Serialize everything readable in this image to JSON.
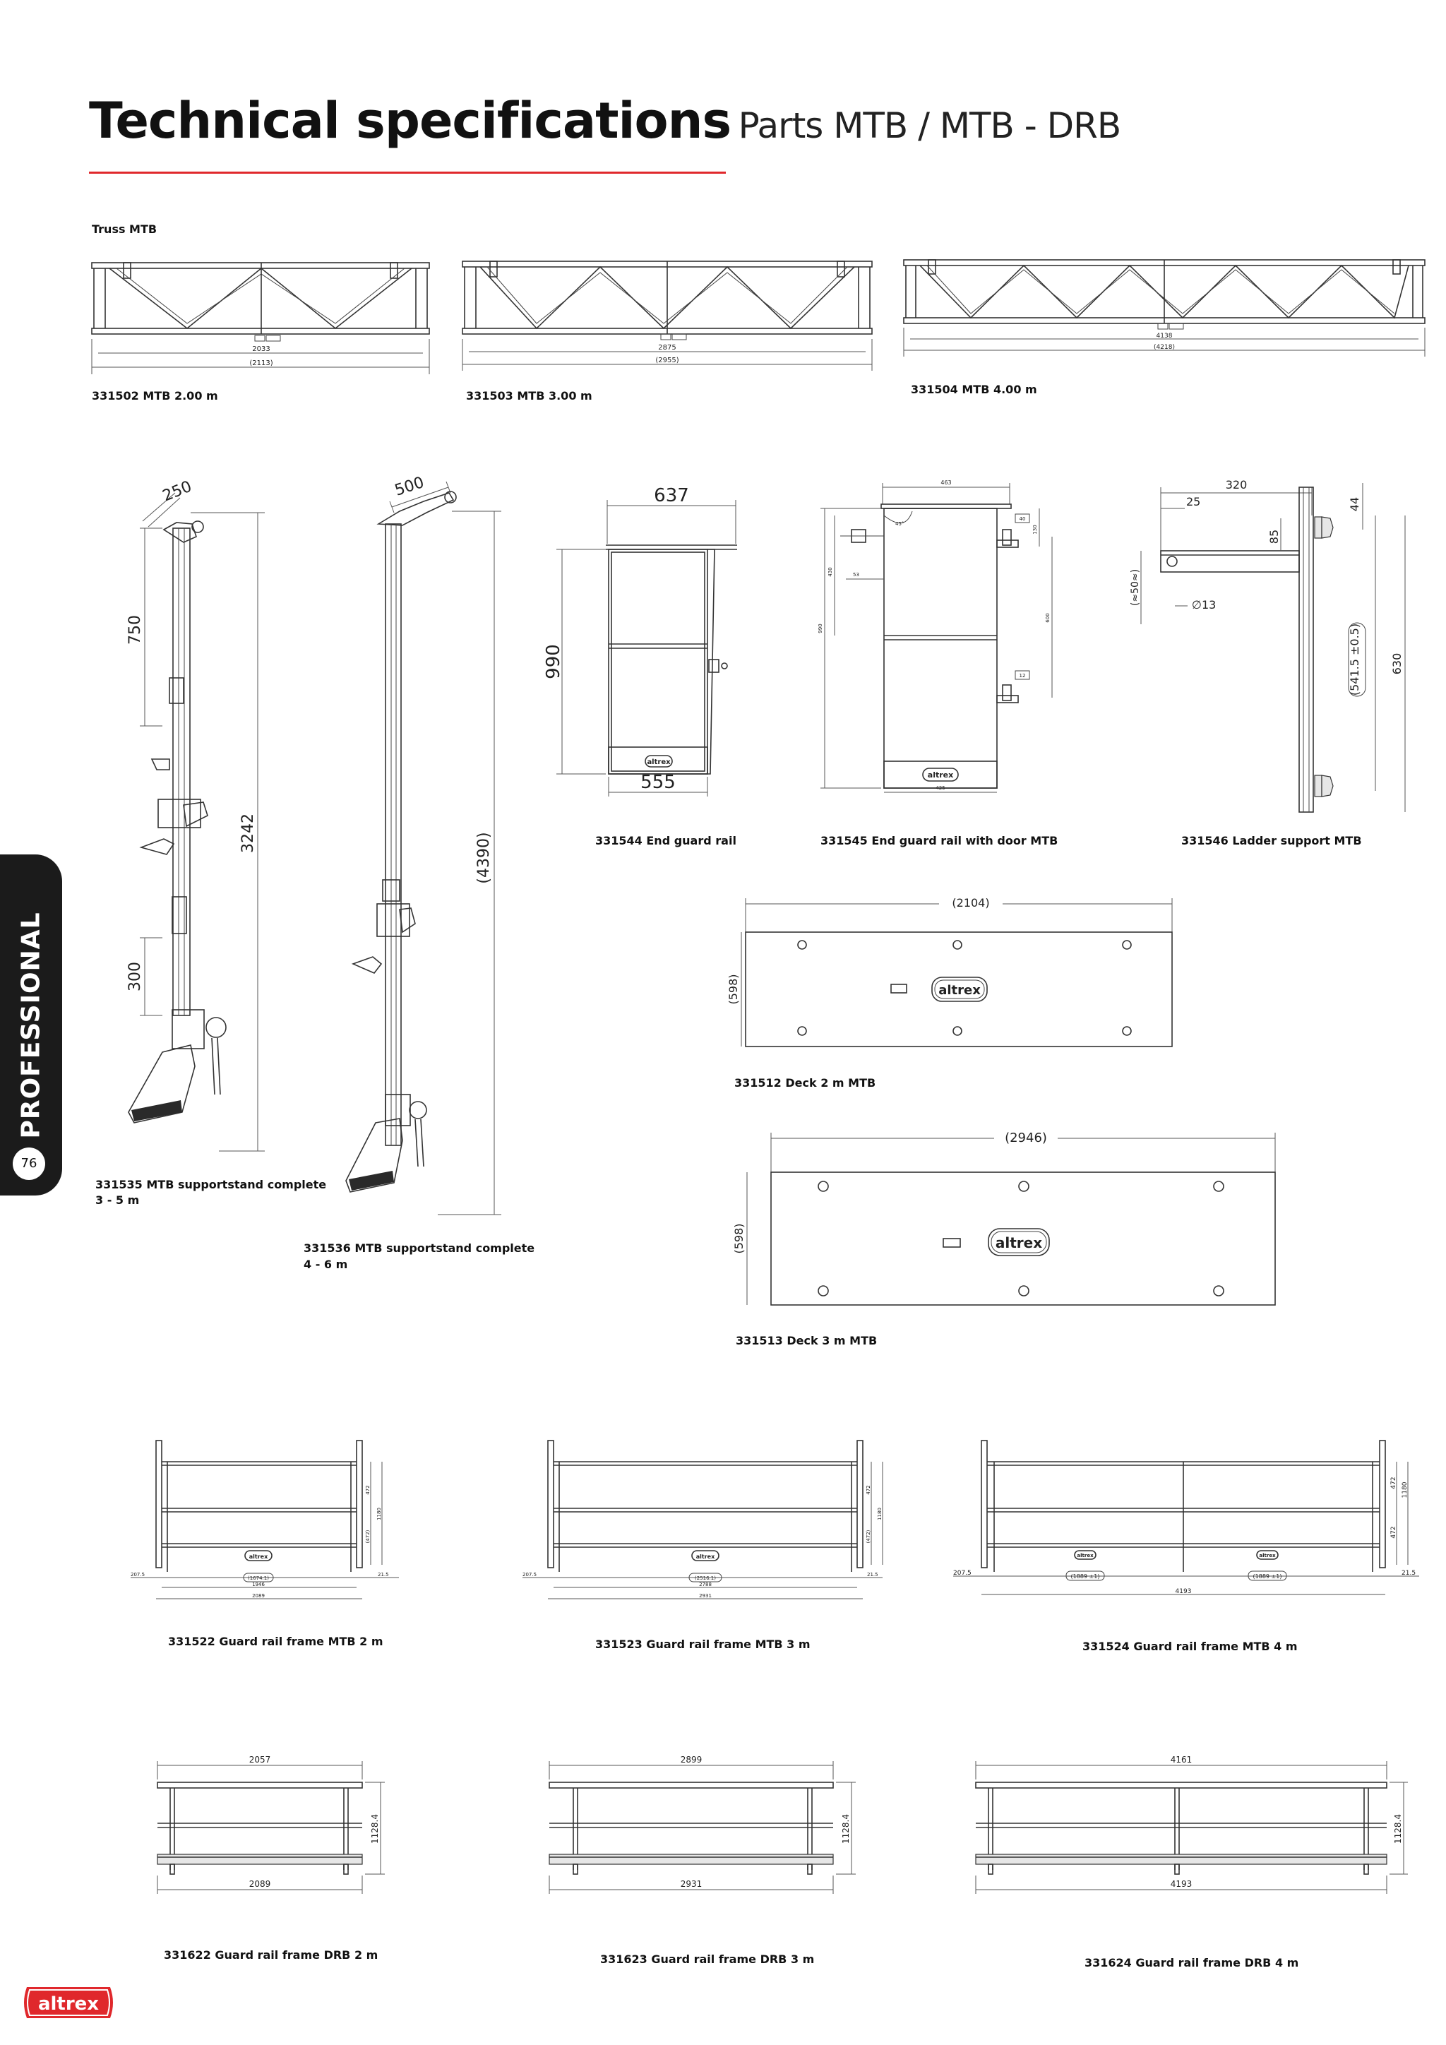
{
  "header": {
    "title": "Technical specifications",
    "subtitle": "Parts MTB / MTB - DRB"
  },
  "sidebar": {
    "tab_label": "PROFESSIONAL",
    "page_number": "76"
  },
  "sections": {
    "truss_heading": "Truss MTB"
  },
  "items": {
    "truss_2m": "331502 MTB 2.00 m",
    "truss_3m": "331503 MTB 3.00 m",
    "truss_4m": "331504 MTB 4.00 m",
    "supportstand_35_line1": "331535 MTB supportstand complete",
    "supportstand_35_line2": "3 - 5 m",
    "supportstand_46_line1": "331536 MTB supportstand complete",
    "supportstand_46_line2": "4 - 6 m",
    "end_guard_rail": "331544 End guard rail",
    "end_guard_rail_door": "331545 End guard rail with door MTB",
    "ladder_support": "331546 Ladder support MTB",
    "deck_2m": "331512 Deck 2 m MTB",
    "deck_3m": "331513 Deck 3 m MTB",
    "grf_mtb_2m": "331522 Guard rail frame MTB 2 m",
    "grf_mtb_3m": "331523 Guard rail frame  MTB 3 m",
    "grf_mtb_4m": "331524 Guard rail frame  MTB 4 m",
    "grf_drb_2m": "331622 Guard rail frame DRB 2 m",
    "grf_drb_3m": "331623 Guard rail frame  DRB 3 m",
    "grf_drb_4m": "331624 Guard rail frame  DRB 4 m"
  },
  "dimensions": {
    "truss_2m": {
      "inner": "2033",
      "outer": "(2113)"
    },
    "truss_3m": {
      "inner": "2875",
      "outer": "(2955)"
    },
    "truss_4m": {
      "inner": "4138",
      "outer": "(4218)"
    },
    "ss35": {
      "top": "250",
      "upper": "750",
      "length": "3242",
      "lower": "300"
    },
    "ss46": {
      "top": "500",
      "length": "(4390)"
    },
    "egr": {
      "width_top": "637",
      "height": "990",
      "width_bottom": "555"
    },
    "egrd": {
      "top": "463",
      "bottom": "425",
      "h1": "430",
      "h2": "990",
      "h3": "600",
      "d1": "53",
      "d2": "40",
      "d3": "130",
      "d4": "12"
    },
    "ladder": {
      "w": "320",
      "a": "25",
      "b": "85",
      "c": "44",
      "hole": "∅13",
      "slot": "(≈50≈)",
      "range": "(541.5 ±0.5)",
      "height": "630"
    },
    "deck_2m": {
      "length": "(2104)",
      "width": "(598)"
    },
    "deck_3m": {
      "length": "(2946)",
      "width": "(598)"
    },
    "grf_2m": {
      "left": "207.5",
      "mid": "(1674.1)",
      "inner": "1946",
      "overall": "2089",
      "right": "21.5",
      "h1": "472",
      "h2": "1180",
      "h3": "(472)"
    },
    "grf_3m": {
      "left": "207.5",
      "mid": "(2516.1)",
      "inner": "2788",
      "overall": "2931",
      "right": "21.5",
      "h1": "472",
      "h2": "1180",
      "h3": "(472)"
    },
    "grf_4m": {
      "left": "207.5",
      "mid1": "(1889 ±1)",
      "mid2": "(1889 ±1)",
      "overall": "4193",
      "right": "21.5",
      "h1": "472",
      "h2": "1180",
      "h3": "472"
    },
    "drb_2m": {
      "top": "2057",
      "bottom": "2089",
      "height": "1128.4"
    },
    "drb_3m": {
      "top": "2899",
      "bottom": "2931",
      "height": "1128.4"
    },
    "drb_4m": {
      "top": "4161",
      "bottom": "4193",
      "height": "1128.4"
    }
  },
  "brand": {
    "logo_text": "altrex",
    "accent_color": "#e0282c"
  }
}
